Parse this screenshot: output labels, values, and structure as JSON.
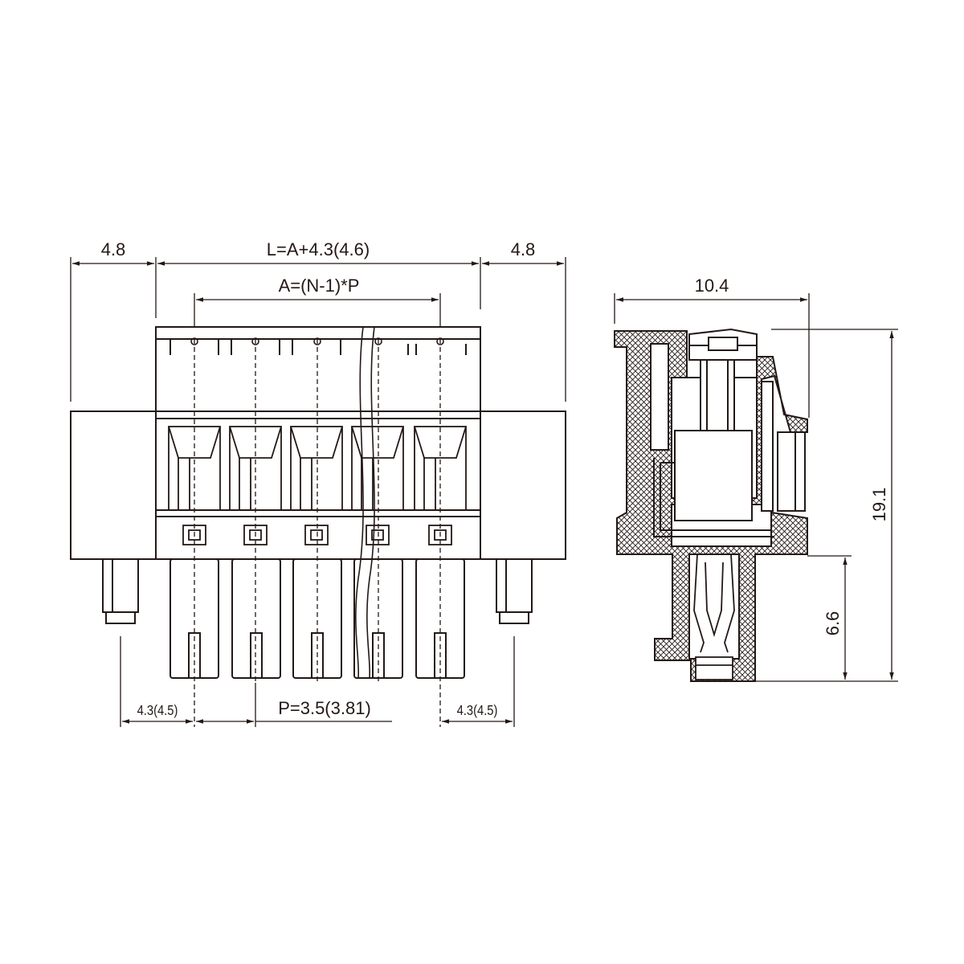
{
  "dimensions": {
    "left_flange_width": "4.8",
    "right_flange_width": "4.8",
    "overall_length": "L=A+4.3(4.6)",
    "pin_span": "A=(N-1)*P",
    "pitch": "P=3.5(3.81)",
    "left_offset": "4.3(4.5)",
    "right_offset": "4.3(4.5)",
    "side_depth": "10.4",
    "side_height": "19.1",
    "pin_length": "6.6"
  },
  "colors": {
    "line": "#231815",
    "background": "#ffffff"
  },
  "views": [
    "front-view",
    "side-section-view"
  ]
}
